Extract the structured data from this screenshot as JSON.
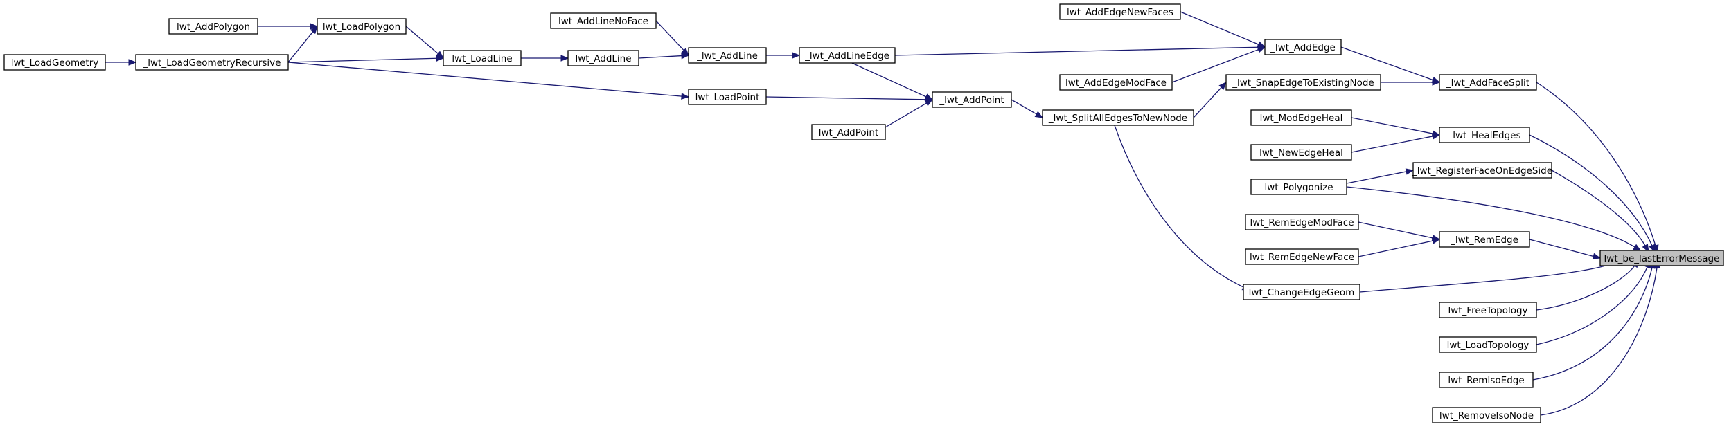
{
  "graph": {
    "title": "",
    "colors": {
      "edge": "#191970",
      "node_border": "#000000",
      "node_fill": "#ffffff",
      "highlight_fill": "#bfbfbf"
    },
    "nodes": [
      {
        "id": "target",
        "label": "lwt_be_lastErrorMessage",
        "highlight": true
      },
      {
        "id": "addFaceSplit",
        "label": "_lwt_AddFaceSplit"
      },
      {
        "id": "healEdges",
        "label": "_lwt_HealEdges"
      },
      {
        "id": "registerFace",
        "label": "_lwt_RegisterFaceOnEdgeSide"
      },
      {
        "id": "polygonize",
        "label": "lwt_Polygonize"
      },
      {
        "id": "remEdge",
        "label": "_lwt_RemEdge"
      },
      {
        "id": "changeEdgeGeom",
        "label": "lwt_ChangeEdgeGeom"
      },
      {
        "id": "freeTopology",
        "label": "lwt_FreeTopology"
      },
      {
        "id": "loadTopology",
        "label": "lwt_LoadTopology"
      },
      {
        "id": "remIsoEdge",
        "label": "lwt_RemIsoEdge"
      },
      {
        "id": "removeIsoNode",
        "label": "lwt_RemoveIsoNode"
      },
      {
        "id": "addEdge",
        "label": "_lwt_AddEdge"
      },
      {
        "id": "snapEdge",
        "label": "_lwt_SnapEdgeToExistingNode"
      },
      {
        "id": "modEdgeHeal",
        "label": "lwt_ModEdgeHeal"
      },
      {
        "id": "newEdgeHeal",
        "label": "lwt_NewEdgeHeal"
      },
      {
        "id": "remEdgeModFace",
        "label": "lwt_RemEdgeModFace"
      },
      {
        "id": "remEdgeNewFace",
        "label": "lwt_RemEdgeNewFace"
      },
      {
        "id": "addEdgeNewFaces",
        "label": "lwt_AddEdgeNewFaces"
      },
      {
        "id": "addEdgeModFace",
        "label": "lwt_AddEdgeModFace"
      },
      {
        "id": "addLineEdge",
        "label": "_lwt_AddLineEdge"
      },
      {
        "id": "splitAll",
        "label": "_lwt_SplitAllEdgesToNewNode"
      },
      {
        "id": "addPointInt",
        "label": "_lwt_AddPoint"
      },
      {
        "id": "addLineInt",
        "label": "_lwt_AddLine"
      },
      {
        "id": "loadPoint",
        "label": "lwt_LoadPoint"
      },
      {
        "id": "addPoint",
        "label": "lwt_AddPoint"
      },
      {
        "id": "addLineNoFace",
        "label": "lwt_AddLineNoFace"
      },
      {
        "id": "addLine",
        "label": "lwt_AddLine"
      },
      {
        "id": "loadLine",
        "label": "lwt_LoadLine"
      },
      {
        "id": "loadPolygon",
        "label": "lwt_LoadPolygon"
      },
      {
        "id": "addPolygon",
        "label": "lwt_AddPolygon"
      },
      {
        "id": "loadGeomRec",
        "label": "_lwt_LoadGeometryRecursive"
      },
      {
        "id": "loadGeometry",
        "label": "lwt_LoadGeometry"
      }
    ],
    "edges": [
      {
        "from": "addFaceSplit",
        "to": "target"
      },
      {
        "from": "healEdges",
        "to": "target"
      },
      {
        "from": "registerFace",
        "to": "target"
      },
      {
        "from": "polygonize",
        "to": "target"
      },
      {
        "from": "remEdge",
        "to": "target"
      },
      {
        "from": "changeEdgeGeom",
        "to": "target"
      },
      {
        "from": "freeTopology",
        "to": "target"
      },
      {
        "from": "loadTopology",
        "to": "target"
      },
      {
        "from": "remIsoEdge",
        "to": "target"
      },
      {
        "from": "removeIsoNode",
        "to": "target"
      },
      {
        "from": "addEdge",
        "to": "addFaceSplit"
      },
      {
        "from": "snapEdge",
        "to": "addFaceSplit"
      },
      {
        "from": "modEdgeHeal",
        "to": "healEdges"
      },
      {
        "from": "newEdgeHeal",
        "to": "healEdges"
      },
      {
        "from": "polygonize",
        "to": "registerFace"
      },
      {
        "from": "remEdgeModFace",
        "to": "remEdge"
      },
      {
        "from": "remEdgeNewFace",
        "to": "remEdge"
      },
      {
        "from": "splitAll",
        "to": "changeEdgeGeom"
      },
      {
        "from": "addEdgeNewFaces",
        "to": "addEdge"
      },
      {
        "from": "addEdgeModFace",
        "to": "addEdge"
      },
      {
        "from": "addLineEdge",
        "to": "addEdge"
      },
      {
        "from": "splitAll",
        "to": "snapEdge"
      },
      {
        "from": "addPointInt",
        "to": "splitAll"
      },
      {
        "from": "addLineEdge",
        "to": "addPointInt"
      },
      {
        "from": "loadPoint",
        "to": "addPointInt"
      },
      {
        "from": "addPoint",
        "to": "addPointInt"
      },
      {
        "from": "addLineInt",
        "to": "addLineEdge"
      },
      {
        "from": "addLineNoFace",
        "to": "addLineInt"
      },
      {
        "from": "addLine",
        "to": "addLineInt"
      },
      {
        "from": "loadLine",
        "to": "addLine"
      },
      {
        "from": "loadPolygon",
        "to": "loadLine"
      },
      {
        "from": "loadGeomRec",
        "to": "loadLine"
      },
      {
        "from": "addPolygon",
        "to": "loadPolygon"
      },
      {
        "from": "loadGeomRec",
        "to": "loadPolygon"
      },
      {
        "from": "loadGeomRec",
        "to": "loadPoint"
      },
      {
        "from": "loadGeometry",
        "to": "loadGeomRec"
      }
    ]
  }
}
